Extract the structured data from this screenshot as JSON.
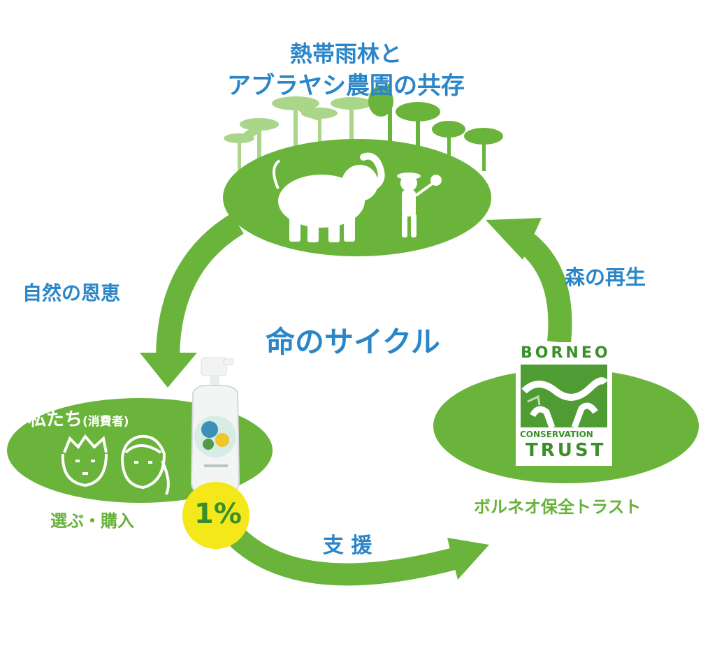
{
  "colors": {
    "green": "#6ab43b",
    "dark_green": "#5aa22f",
    "blue_text": "#2a86c8",
    "yellow": "#f4e81a",
    "white": "#ffffff"
  },
  "top_node": {
    "title_line1": "熱帯雨林と",
    "title_line2": "アブラヤシ農園の共存",
    "icons": [
      "palm-trees-icon",
      "elephant-icon",
      "explorer-child-icon",
      "savanna-trees-icon"
    ]
  },
  "left_node": {
    "title": "私たち",
    "title_sub": "(消費者)",
    "caption": "選ぶ・購入",
    "icons": [
      "boy-face-icon",
      "girl-face-icon",
      "soap-bottle-icon"
    ]
  },
  "right_node": {
    "logo_top": "BORNEO",
    "logo_middle": "CONSERVATION",
    "logo_bottom": "TRUST",
    "caption": "ボルネオ保全トラスト"
  },
  "center_title": "命のサイクル",
  "badge": "1%",
  "arrows": {
    "top_to_left": "自然の恩恵",
    "left_to_right": "支 援",
    "right_to_top": "森の再生"
  }
}
